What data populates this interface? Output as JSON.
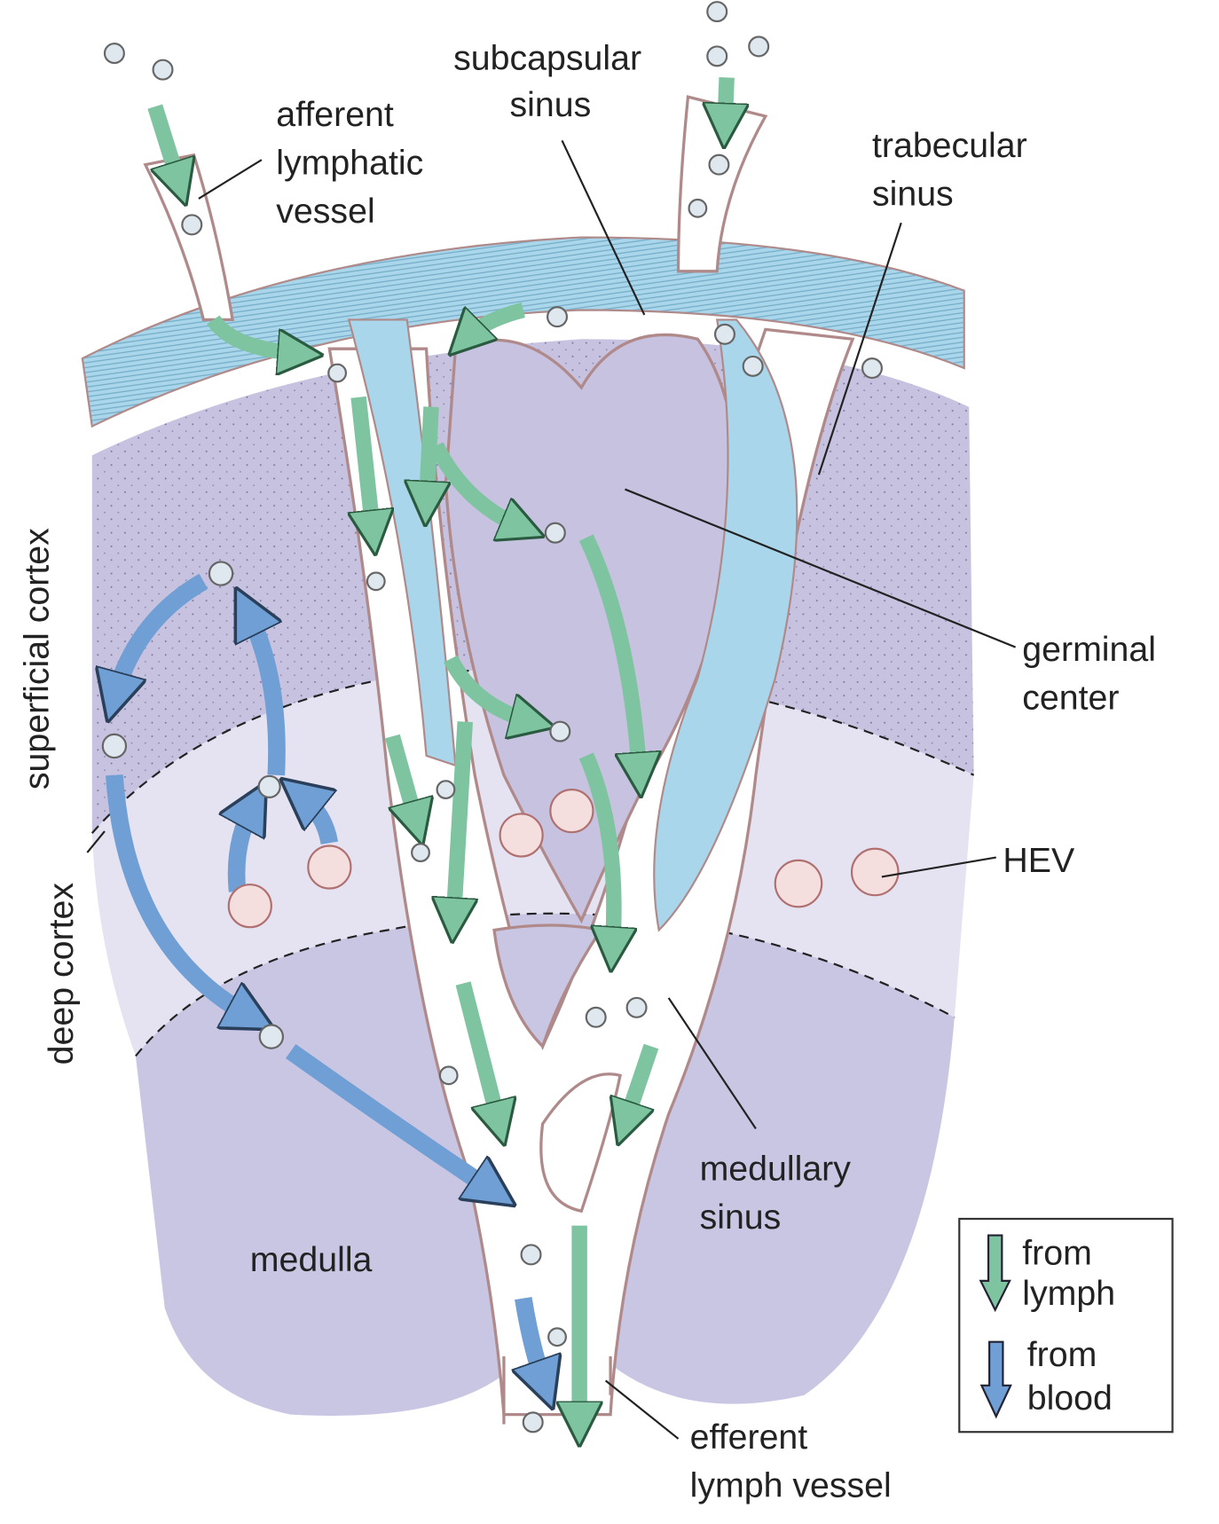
{
  "labels": {
    "subcapsular_sinus": [
      "subcapsular",
      "sinus"
    ],
    "afferent_lymphatic_vessel": [
      "afferent",
      "lymphatic",
      "vessel"
    ],
    "trabecular_sinus": [
      "trabecular",
      "sinus"
    ],
    "germinal_center": [
      "germinal",
      "center"
    ],
    "hev": "HEV",
    "medullary_sinus": [
      "medullary",
      "sinus"
    ],
    "medulla": "medulla",
    "efferent_lymph_vessel": [
      "efferent",
      "lymph vessel"
    ],
    "superficial_cortex": "superficial cortex",
    "deep_cortex": "deep cortex"
  },
  "legend": {
    "lymph": [
      "from",
      "lymph"
    ],
    "blood": [
      "from",
      "blood"
    ]
  },
  "colors": {
    "lymph_arrow": "#7fc4a0",
    "blood_arrow": "#6f9fd4",
    "capsule": "#a9d6ea",
    "superficial_cortex": "#c6c2e0",
    "deep_cortex": "#e5e3f2",
    "medulla": "#c9c6e4",
    "vessel_edge": "#b08a8a"
  }
}
